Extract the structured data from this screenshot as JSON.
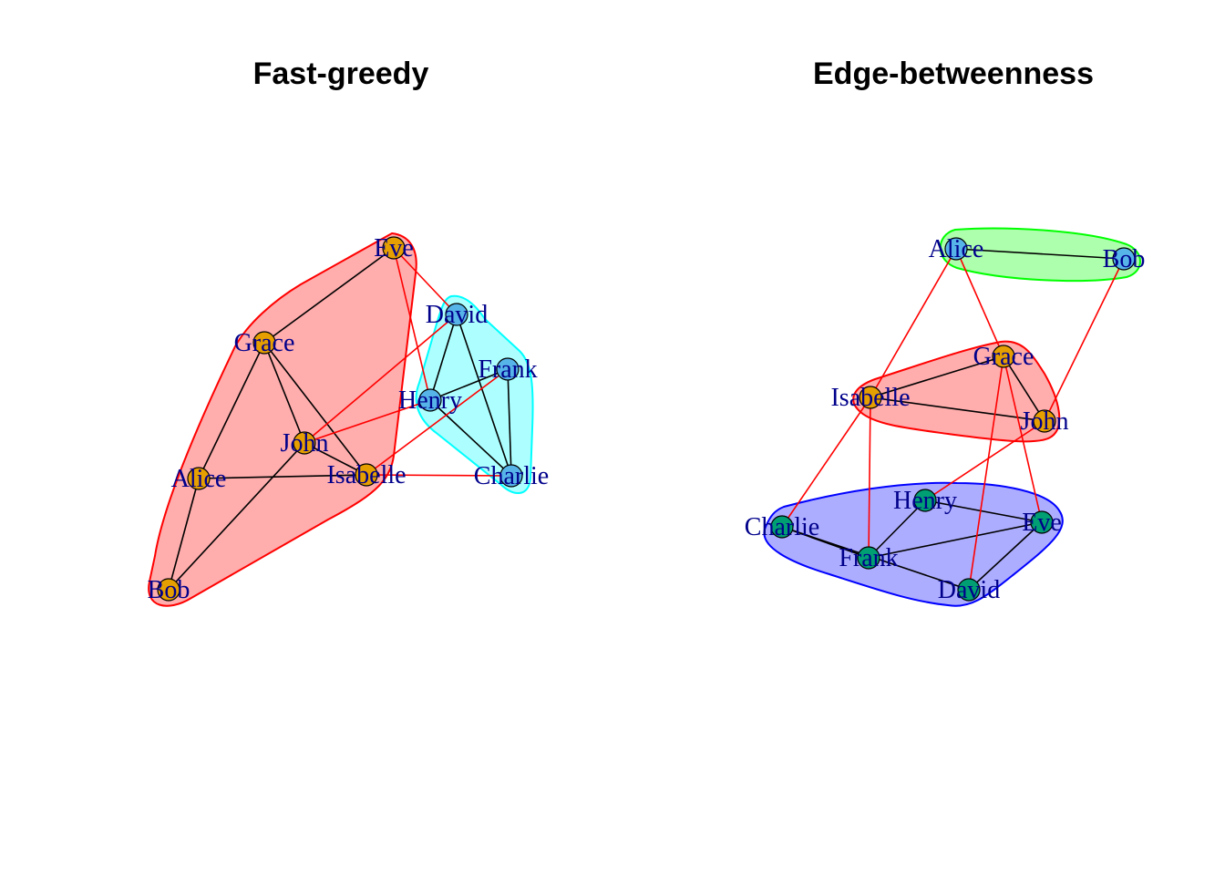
{
  "panels": [
    {
      "title": "Fast-greedy",
      "communities": [
        {
          "fill": "#ff0000",
          "stroke": "#ff0000",
          "members": [
            "Eve",
            "Grace",
            "John",
            "Alice",
            "Isabelle",
            "Bob"
          ]
        },
        {
          "fill": "#00ffff",
          "stroke": "#00ffff",
          "members": [
            "David",
            "Frank",
            "Henry",
            "Charlie"
          ]
        }
      ],
      "nodes": [
        {
          "name": "Eve",
          "color": "#e69f00"
        },
        {
          "name": "Grace",
          "color": "#e69f00"
        },
        {
          "name": "John",
          "color": "#e69f00"
        },
        {
          "name": "Alice",
          "color": "#e69f00"
        },
        {
          "name": "Isabelle",
          "color": "#e69f00"
        },
        {
          "name": "Bob",
          "color": "#e69f00"
        },
        {
          "name": "David",
          "color": "#56b4e9"
        },
        {
          "name": "Frank",
          "color": "#56b4e9"
        },
        {
          "name": "Henry",
          "color": "#56b4e9"
        },
        {
          "name": "Charlie",
          "color": "#56b4e9"
        }
      ],
      "edges": [
        {
          "from": "Eve",
          "to": "Grace",
          "type": "intra"
        },
        {
          "from": "Grace",
          "to": "John",
          "type": "intra"
        },
        {
          "from": "Grace",
          "to": "Alice",
          "type": "intra"
        },
        {
          "from": "Grace",
          "to": "Isabelle",
          "type": "intra"
        },
        {
          "from": "John",
          "to": "Isabelle",
          "type": "intra"
        },
        {
          "from": "John",
          "to": "Bob",
          "type": "intra"
        },
        {
          "from": "Alice",
          "to": "Isabelle",
          "type": "intra"
        },
        {
          "from": "Alice",
          "to": "Bob",
          "type": "intra"
        },
        {
          "from": "David",
          "to": "Henry",
          "type": "intra"
        },
        {
          "from": "David",
          "to": "Charlie",
          "type": "intra"
        },
        {
          "from": "Frank",
          "to": "Henry",
          "type": "intra"
        },
        {
          "from": "Frank",
          "to": "Charlie",
          "type": "intra"
        },
        {
          "from": "Henry",
          "to": "Charlie",
          "type": "intra"
        },
        {
          "from": "Eve",
          "to": "David",
          "type": "cross"
        },
        {
          "from": "Eve",
          "to": "Henry",
          "type": "cross"
        },
        {
          "from": "John",
          "to": "David",
          "type": "cross"
        },
        {
          "from": "John",
          "to": "Henry",
          "type": "cross"
        },
        {
          "from": "Isabelle",
          "to": "Frank",
          "type": "cross"
        },
        {
          "from": "Isabelle",
          "to": "Charlie",
          "type": "cross"
        }
      ]
    },
    {
      "title": "Edge-betweenness",
      "communities": [
        {
          "fill": "#00ff00",
          "stroke": "#00ff00",
          "members": [
            "Alice",
            "Bob"
          ]
        },
        {
          "fill": "#ff0000",
          "stroke": "#ff0000",
          "members": [
            "Isabelle",
            "Grace",
            "John"
          ]
        },
        {
          "fill": "#0000ff",
          "stroke": "#0000ff",
          "members": [
            "Charlie",
            "Henry",
            "Frank",
            "Eve",
            "David"
          ]
        }
      ],
      "nodes": [
        {
          "name": "Alice",
          "color": "#56b4e9"
        },
        {
          "name": "Bob",
          "color": "#56b4e9"
        },
        {
          "name": "Grace",
          "color": "#e69f00"
        },
        {
          "name": "Isabelle",
          "color": "#e69f00"
        },
        {
          "name": "John",
          "color": "#e69f00"
        },
        {
          "name": "Henry",
          "color": "#009e73"
        },
        {
          "name": "Charlie",
          "color": "#009e73"
        },
        {
          "name": "Eve",
          "color": "#009e73"
        },
        {
          "name": "Frank",
          "color": "#009e73"
        },
        {
          "name": "David",
          "color": "#009e73"
        }
      ],
      "edges": [
        {
          "from": "Alice",
          "to": "Bob",
          "type": "intra"
        },
        {
          "from": "Grace",
          "to": "Isabelle",
          "type": "intra"
        },
        {
          "from": "Grace",
          "to": "John",
          "type": "intra"
        },
        {
          "from": "Isabelle",
          "to": "John",
          "type": "intra"
        },
        {
          "from": "Charlie",
          "to": "Frank",
          "type": "intra"
        },
        {
          "from": "Charlie",
          "to": "David",
          "type": "intra"
        },
        {
          "from": "Henry",
          "to": "Frank",
          "type": "intra"
        },
        {
          "from": "Henry",
          "to": "Eve",
          "type": "intra"
        },
        {
          "from": "Frank",
          "to": "Eve",
          "type": "intra"
        },
        {
          "from": "Eve",
          "to": "David",
          "type": "intra"
        },
        {
          "from": "Alice",
          "to": "Isabelle",
          "type": "cross"
        },
        {
          "from": "Alice",
          "to": "Grace",
          "type": "cross"
        },
        {
          "from": "Bob",
          "to": "John",
          "type": "cross"
        },
        {
          "from": "Isabelle",
          "to": "Charlie",
          "type": "cross"
        },
        {
          "from": "Isabelle",
          "to": "Frank",
          "type": "cross"
        },
        {
          "from": "Grace",
          "to": "Eve",
          "type": "cross"
        },
        {
          "from": "Grace",
          "to": "David",
          "type": "cross"
        },
        {
          "from": "John",
          "to": "Henry",
          "type": "cross"
        }
      ]
    }
  ]
}
